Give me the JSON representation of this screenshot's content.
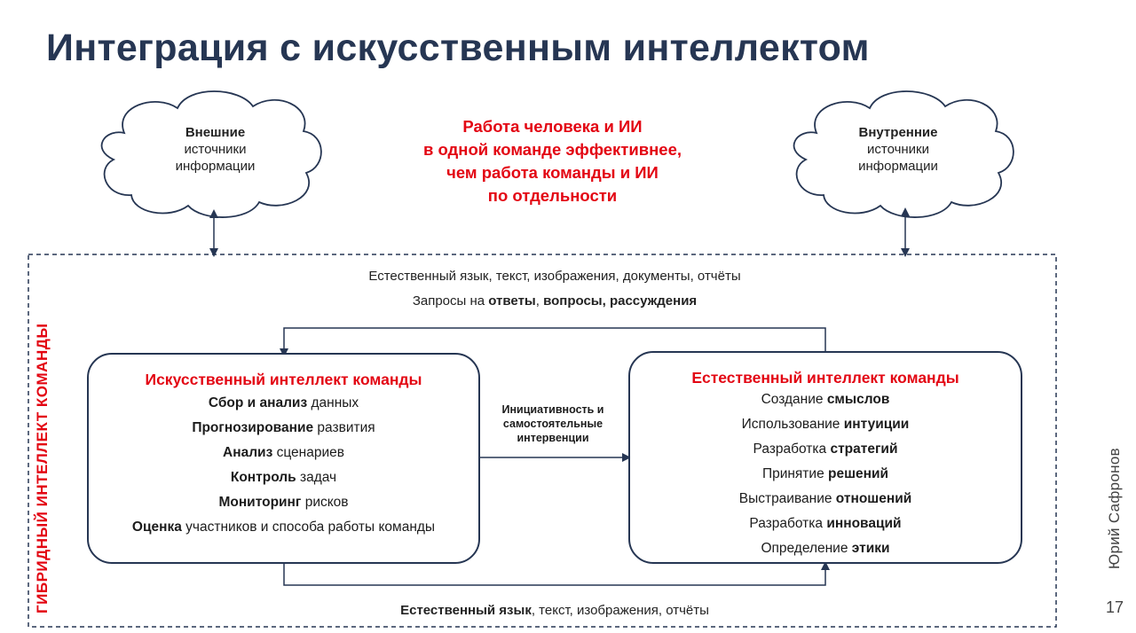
{
  "title": "Интеграция с искусственным интеллектом",
  "clouds": {
    "external": {
      "line1": "Внешние",
      "line2": "источники",
      "line3": "информации"
    },
    "internal": {
      "line1": "Внутренние",
      "line2": "источники",
      "line3": "информации"
    }
  },
  "motto": {
    "line1": "Работа человека и ИИ",
    "line2": "в одной команде эффективнее,",
    "line3": "чем работа команды и ИИ",
    "line4": "по отдельности"
  },
  "hybrid_label": "ГИБРИДНЫЙ ИНТЕЛЛЕКТ КОМАНДЫ",
  "top_lines": {
    "line1": "Естественный язык, текст, изображения, документы, отчёты",
    "line2_prefix": "Запросы на ",
    "line2_b1": "ответы",
    "line2_sep": ", ",
    "line2_b2": "вопросы, рассуждения"
  },
  "ai_box": {
    "title": "Искусственный интеллект команды",
    "items": [
      {
        "bold": "Сбор и анализ",
        "rest": " данных"
      },
      {
        "bold": "Прогнозирование",
        "rest": " развития"
      },
      {
        "bold": "Анализ",
        "rest": " сценариев"
      },
      {
        "bold": "Контроль",
        "rest": " задач"
      },
      {
        "bold": "Мониторинг",
        "rest": " рисков"
      },
      {
        "bold": "Оценка",
        "rest": " участников и способа работы команды"
      }
    ]
  },
  "ni_box": {
    "title": "Естественный интеллект команды",
    "items": [
      {
        "prefix": "Создание ",
        "bold": "смыслов"
      },
      {
        "prefix": "Использование ",
        "bold": "интуиции"
      },
      {
        "prefix": "Разработка ",
        "bold": "стратегий"
      },
      {
        "prefix": "Принятие ",
        "bold": "решений"
      },
      {
        "prefix": "Выстраивание ",
        "bold": "отношений"
      },
      {
        "prefix": "Разработка ",
        "bold": "инноваций"
      },
      {
        "prefix": "Определение ",
        "bold": "этики"
      }
    ]
  },
  "arrow_label": {
    "line1": "Инициативность и",
    "line2": "самостоятельные",
    "line3": "интервенции"
  },
  "bottom_line": {
    "bold": "Естественный язык",
    "rest": ", текст, изображения, отчёты"
  },
  "author": "Юрий Сафронов",
  "page_number": "17",
  "colors": {
    "accent_red": "#e30613",
    "navy": "#263653"
  }
}
